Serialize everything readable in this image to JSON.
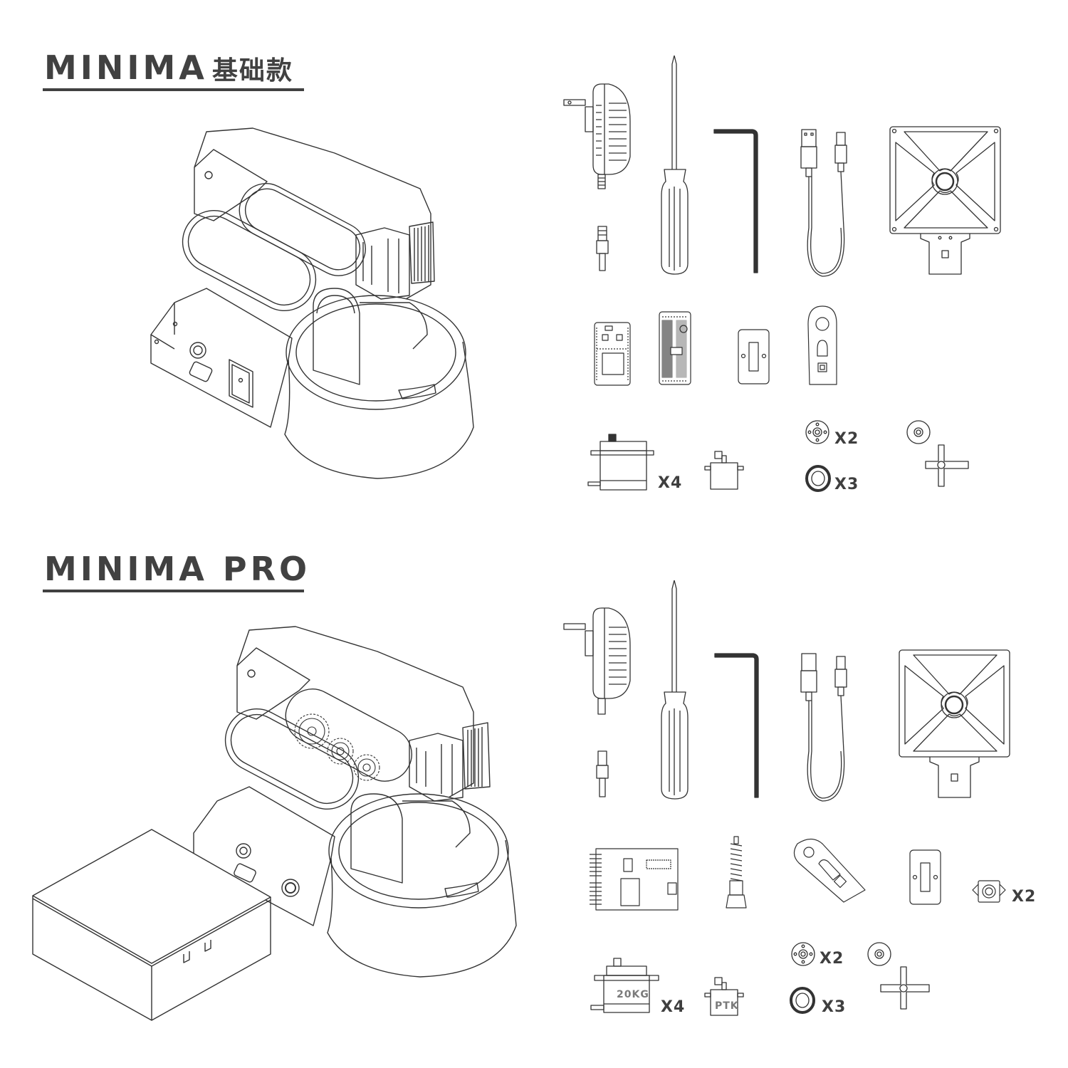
{
  "sections": [
    {
      "title_latin": "MINIMA",
      "title_cjk": "基础款",
      "quantities": {
        "large_servo": "X4",
        "servo_horn_round": "X2",
        "bearing": "X3"
      }
    },
    {
      "title_latin": "MINIMA PRO",
      "title_cjk": "",
      "quantities": {
        "large_servo": "X4",
        "servo_horn_round": "X2",
        "bearing": "X3",
        "clip": "X2"
      },
      "servo_labels": {
        "large_servo": "20KG",
        "small_servo": "PTK"
      }
    }
  ],
  "colors": {
    "ink": "#333333",
    "heading": "#414141",
    "background": "#ffffff"
  }
}
